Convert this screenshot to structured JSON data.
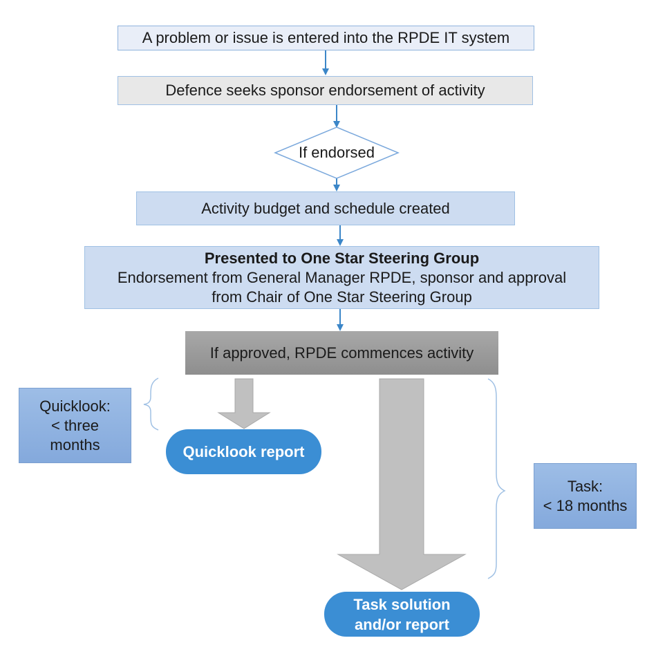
{
  "steps": {
    "entry": "A problem or issue is entered into the RPDE IT system",
    "endorsement": "Defence seeks sponsor endorsement of activity",
    "decision": "If endorsed",
    "budget": "Activity budget and schedule created",
    "steering_title": "Presented to One Star Steering Group",
    "steering_line1": "Endorsement from General Manager RPDE, sponsor and approval",
    "steering_line2": "from Chair of One Star Steering Group",
    "commence": "If approved, RPDE commences activity"
  },
  "quicklook": {
    "label_line1": "Quicklook:",
    "label_line2": "< three",
    "label_line3": "months",
    "outcome": "Quicklook report"
  },
  "task": {
    "label_line1": "Task:",
    "label_line2": "< 18 months",
    "outcome_line1": "Task solution",
    "outcome_line2": "and/or report"
  },
  "colors": {
    "connector": "#3b86c8",
    "pill": "#3b8ed4",
    "light_blue": "#cddcf1",
    "big_arrow": "#c0c0c0",
    "brace": "#9fc0e4"
  }
}
